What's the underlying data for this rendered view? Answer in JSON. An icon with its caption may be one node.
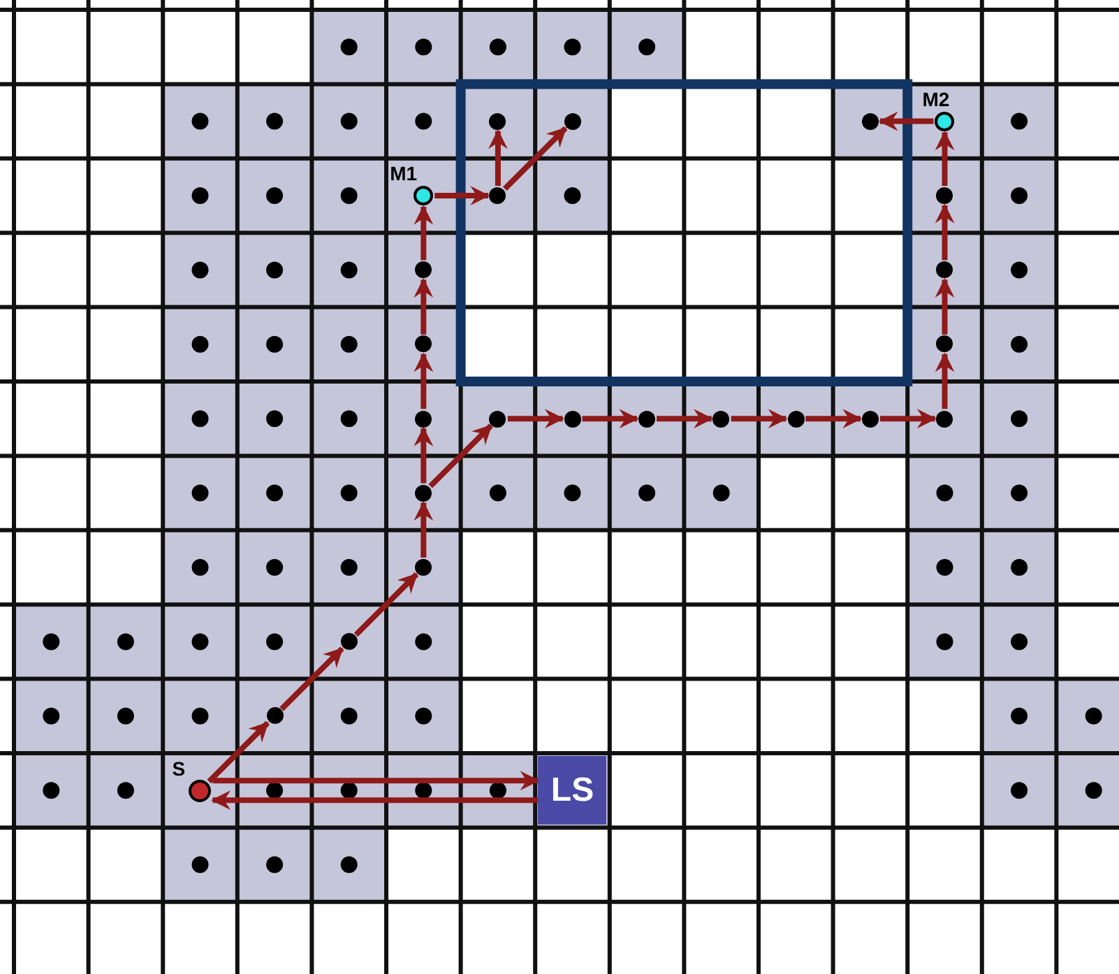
{
  "diagram": {
    "nodes": [
      {
        "text": [
          "S"
        ]
      },
      {
        "text": [
          "LS"
        ]
      },
      {
        "text": [],
        "shape": "circle"
      },
      {
        "text": [],
        "shape": "circle"
      },
      {
        "text": [],
        "shape": "circle"
      },
      {
        "text": [],
        "shape": "circle"
      },
      {
        "text": [],
        "shape": "circle"
      },
      {
        "text": [],
        "shape": "circle"
      },
      {
        "text": [],
        "shape": "circle"
      },
      {
        "text": [
          "M1"
        ]
      },
      {
        "text": [],
        "shape": "circle"
      },
      {
        "text": [],
        "shape": "circle"
      },
      {
        "text": [],
        "shape": "circle"
      },
      {
        "text": [],
        "shape": "circle"
      },
      {
        "text": [],
        "shape": "circle"
      },
      {
        "text": [],
        "shape": "circle"
      },
      {
        "text": [],
        "shape": "circle"
      },
      {
        "text": [],
        "shape": "circle"
      },
      {
        "text": [],
        "shape": "circle"
      },
      {
        "text": [],
        "shape": "circle"
      },
      {
        "text": [],
        "shape": "circle"
      },
      {
        "text": [],
        "shape": "circle"
      },
      {
        "text": [],
        "shape": "circle"
      },
      {
        "text": [
          "M2"
        ]
      },
      {
        "text": [],
        "shape": "circle"
      }
    ],
    "edges": [
      {
        "from": 0,
        "to": 1,
        "arrow": "to"
      },
      {
        "from": 1,
        "to": 0,
        "arrow": "to"
      },
      {
        "from": 0,
        "to": 2,
        "arrow": "to"
      },
      {
        "from": 2,
        "to": 3,
        "arrow": "to"
      },
      {
        "from": 3,
        "to": 4,
        "arrow": "to"
      },
      {
        "from": 4,
        "to": 5,
        "arrow": "to"
      },
      {
        "from": 5,
        "to": 6,
        "arrow": "to"
      },
      {
        "from": 5,
        "to": 13,
        "arrow": "to"
      },
      {
        "from": 6,
        "to": 7,
        "arrow": "to"
      },
      {
        "from": 7,
        "to": 8,
        "arrow": "to"
      },
      {
        "from": 8,
        "to": 9,
        "arrow": "to"
      },
      {
        "from": 9,
        "to": 10,
        "arrow": "to"
      },
      {
        "from": 10,
        "to": 11,
        "arrow": "to"
      },
      {
        "from": 10,
        "to": 12,
        "arrow": "to"
      },
      {
        "from": 13,
        "to": 14,
        "arrow": "to"
      },
      {
        "from": 14,
        "to": 15,
        "arrow": "to"
      },
      {
        "from": 15,
        "to": 16,
        "arrow": "to"
      },
      {
        "from": 16,
        "to": 17,
        "arrow": "to"
      },
      {
        "from": 17,
        "to": 18,
        "arrow": "to"
      },
      {
        "from": 18,
        "to": 19,
        "arrow": "to"
      },
      {
        "from": 19,
        "to": 20,
        "arrow": "to"
      },
      {
        "from": 20,
        "to": 21,
        "arrow": "to"
      },
      {
        "from": 21,
        "to": 22,
        "arrow": "to"
      },
      {
        "from": 22,
        "to": 23,
        "arrow": "to"
      },
      {
        "from": 23,
        "to": 24,
        "arrow": "to"
      }
    ]
  }
}
